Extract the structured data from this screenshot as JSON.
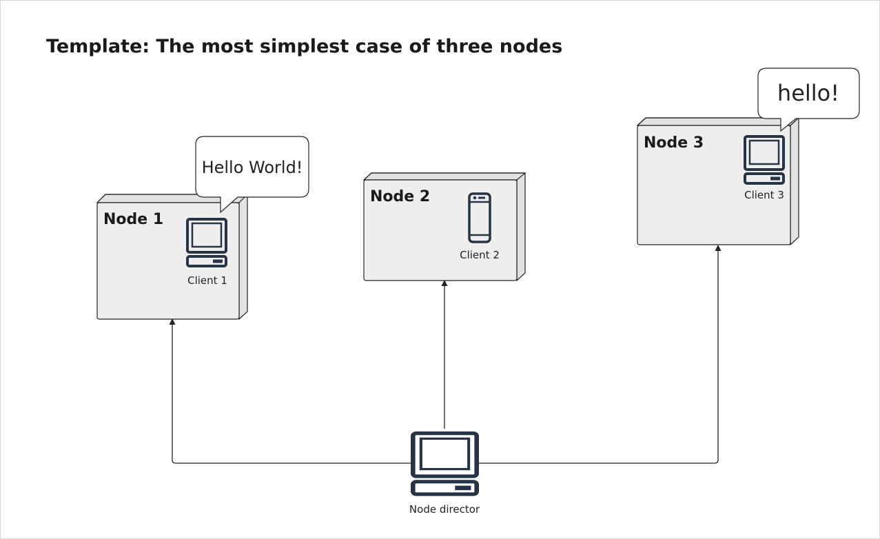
{
  "title": "Template: The most simplest case of three nodes",
  "nodes": [
    {
      "label": "Node 1",
      "client": "Client 1",
      "client_icon": "desktop-computer-icon"
    },
    {
      "label": "Node 2",
      "client": "Client 2",
      "client_icon": "mobile-phone-icon"
    },
    {
      "label": "Node 3",
      "client": "Client 3",
      "client_icon": "desktop-computer-icon"
    }
  ],
  "bubbles": [
    {
      "text": "Hello World!",
      "attached_to": "Node 1"
    },
    {
      "text": "hello!",
      "attached_to": "Node 3"
    }
  ],
  "director": {
    "label": "Node director",
    "icon": "desktop-computer-icon"
  },
  "edges": [
    {
      "from": "Node director",
      "to": "Node 1"
    },
    {
      "from": "Node director",
      "to": "Node 2"
    },
    {
      "from": "Node director",
      "to": "Node 3"
    }
  ],
  "colors": {
    "icon": "#263445",
    "node_fill": "#eeeeee",
    "stroke": "#222222"
  }
}
